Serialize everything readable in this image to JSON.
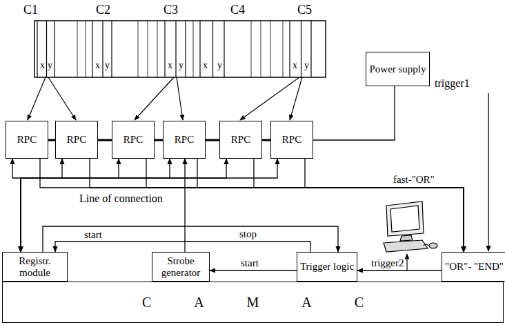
{
  "diagram": {
    "nodes": [
      {
        "text": [
          "Power supply"
        ]
      },
      {
        "text": [
          "RPC"
        ]
      },
      {
        "text": [
          "RPC"
        ]
      },
      {
        "text": [
          "RPC"
        ]
      },
      {
        "text": [
          "RPC"
        ]
      },
      {
        "text": [
          "RPC"
        ]
      },
      {
        "text": [
          "RPC"
        ]
      },
      {
        "text": [
          "Registr. module"
        ]
      },
      {
        "text": [
          "Strobe generator"
        ]
      },
      {
        "text": [
          "Trigger logic"
        ]
      },
      {
        "text": [
          "\"OR\"- \"END\""
        ]
      },
      {
        "text": [
          "C A M A C"
        ]
      }
    ],
    "edges": [
      {
        "from": 0,
        "to": 6,
        "arrow": "none"
      },
      {
        "from": 1,
        "to": 2,
        "arrow": "none"
      },
      {
        "from": 2,
        "to": 3,
        "arrow": "none"
      },
      {
        "from": 3,
        "to": 4,
        "arrow": "none"
      },
      {
        "from": 4,
        "to": 5,
        "arrow": "none"
      },
      {
        "from": 5,
        "to": 6,
        "arrow": "none"
      },
      {
        "from": 1,
        "to": 7,
        "arrow": "both"
      },
      {
        "from": 2,
        "to": 7,
        "arrow": "both"
      },
      {
        "from": 3,
        "to": 7,
        "arrow": "both"
      },
      {
        "from": 4,
        "to": 7,
        "arrow": "both"
      },
      {
        "from": 5,
        "to": 7,
        "arrow": "both"
      },
      {
        "from": 6,
        "to": 7,
        "arrow": "both"
      },
      {
        "from": 1,
        "to": 10,
        "arrow": "to"
      },
      {
        "from": 2,
        "to": 10,
        "arrow": "to"
      },
      {
        "from": 3,
        "to": 10,
        "arrow": "to"
      },
      {
        "from": 4,
        "to": 10,
        "arrow": "to"
      },
      {
        "from": 5,
        "to": 10,
        "arrow": "to"
      },
      {
        "from": 6,
        "to": 10,
        "arrow": "to",
        "label": "fast-\"OR\""
      },
      {
        "from": 8,
        "to": 4,
        "arrow": "to"
      },
      {
        "from": 7,
        "to": 9,
        "arrow": "to",
        "label": "start"
      },
      {
        "from": 9,
        "to": 7,
        "arrow": "to",
        "label": "stop"
      },
      {
        "from": 9,
        "to": 8,
        "arrow": "to",
        "label": "start"
      },
      {
        "from": 10,
        "to": 9,
        "arrow": "to",
        "label": "trigger2"
      }
    ],
    "labels": [
      "C1",
      "C2",
      "C3",
      "C4",
      "C5",
      "x",
      "y",
      "x",
      "y",
      "x",
      "y",
      "x",
      "y",
      "x",
      "y",
      "trigger1",
      "Line of connection"
    ]
  }
}
